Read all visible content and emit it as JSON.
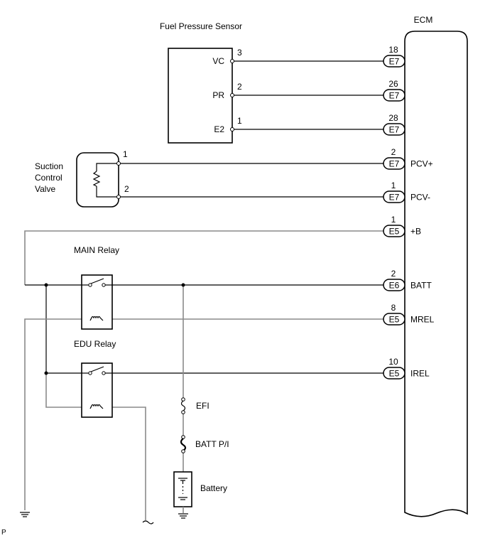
{
  "diagram": {
    "ecm": {
      "title": "ECM",
      "pins": [
        {
          "connector": "E7",
          "pin": "18",
          "signal": ""
        },
        {
          "connector": "E7",
          "pin": "26",
          "signal": ""
        },
        {
          "connector": "E7",
          "pin": "28",
          "signal": ""
        },
        {
          "connector": "E7",
          "pin": "2",
          "signal": "PCV+"
        },
        {
          "connector": "E7",
          "pin": "1",
          "signal": "PCV-"
        },
        {
          "connector": "E5",
          "pin": "1",
          "signal": "+B"
        },
        {
          "connector": "E6",
          "pin": "2",
          "signal": "BATT"
        },
        {
          "connector": "E5",
          "pin": "8",
          "signal": "MREL"
        },
        {
          "connector": "E5",
          "pin": "10",
          "signal": "IREL"
        }
      ]
    },
    "fuel_pressure_sensor": {
      "title": "Fuel Pressure Sensor",
      "terminals": [
        {
          "name": "VC",
          "pin": "3"
        },
        {
          "name": "PR",
          "pin": "2"
        },
        {
          "name": "E2",
          "pin": "1"
        }
      ]
    },
    "suction_control_valve": {
      "title_lines": [
        "Suction",
        "Control",
        "Valve"
      ],
      "pins": [
        "1",
        "2"
      ]
    },
    "main_relay": {
      "title": "MAIN Relay"
    },
    "edu_relay": {
      "title": "EDU Relay"
    },
    "fuses": [
      {
        "name": "EFI"
      },
      {
        "name": "BATT P/I"
      }
    ],
    "battery": {
      "title": "Battery"
    },
    "footer_mark": "P"
  }
}
